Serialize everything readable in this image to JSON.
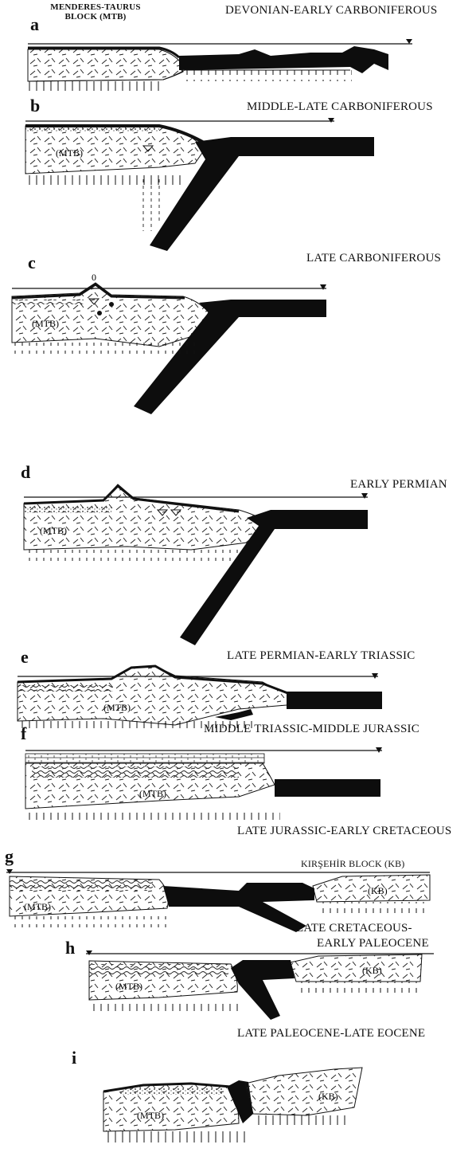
{
  "panels": [
    {
      "letter": "a",
      "title": "DEVONIAN-EARLY CARBONIFEROUS",
      "block_label_line1": "MENDERES-TAURUS",
      "block_label_line2": "BLOCK (MTB)"
    },
    {
      "letter": "b",
      "title": "MIDDLE-LATE CARBONIFEROUS",
      "inner_label": "(MTB)"
    },
    {
      "letter": "c",
      "title": "LATE CARBONIFEROUS",
      "inner_label": "(MTB)",
      "marker": "0"
    },
    {
      "letter": "d",
      "title": "EARLY PERMIAN",
      "inner_label": "(MTB)"
    },
    {
      "letter": "e",
      "title": "LATE PERMIAN-EARLY TRIASSIC",
      "inner_label": "(MTB)"
    },
    {
      "letter": "f",
      "title": "MIDDLE TRIASSIC-MIDDLE JURASSIC",
      "inner_label": "(MTB)"
    },
    {
      "letter": "g",
      "title": "LATE JURASSIC-EARLY CRETACEOUS",
      "inner_label": "(MTB)",
      "right_block_title": "KIRŞEHİR BLOCK (KB)",
      "right_label": "(KB)"
    },
    {
      "letter": "h",
      "title_line1": "LATE CRETACEOUS-",
      "title_line2": "EARLY PALEOCENE",
      "inner_label": "(MTB)",
      "right_label": "(KB)"
    },
    {
      "letter": "i",
      "title": "LATE PALEOCENE-LATE EOCENE",
      "inner_label": "(MTB)",
      "right_label": "(KB)"
    }
  ],
  "colors": {
    "ink": "#111111",
    "paper": "#ffffff",
    "slab": "#0d0d0d"
  }
}
